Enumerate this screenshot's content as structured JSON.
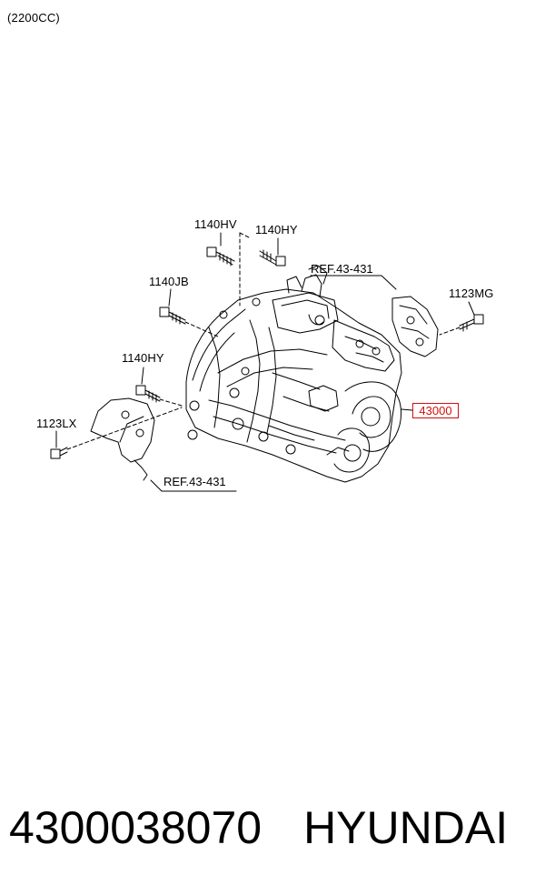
{
  "header": {
    "caption": "(2200CC)"
  },
  "labels": {
    "bolt_1140hv": "1140HV",
    "bolt_1140hy_top": "1140HY",
    "bolt_1140jb": "1140JB",
    "bolt_1140hy_left": "1140HY",
    "bolt_1123lx": "1123LX",
    "bolt_1123mg": "1123MG",
    "ref_top": "REF.43-431",
    "ref_bottom": "REF.43-431",
    "part_number_box": "43000"
  },
  "highlight_color": "#d01010",
  "footer": {
    "part_number": "4300038070",
    "brand": "HYUNDAI"
  }
}
